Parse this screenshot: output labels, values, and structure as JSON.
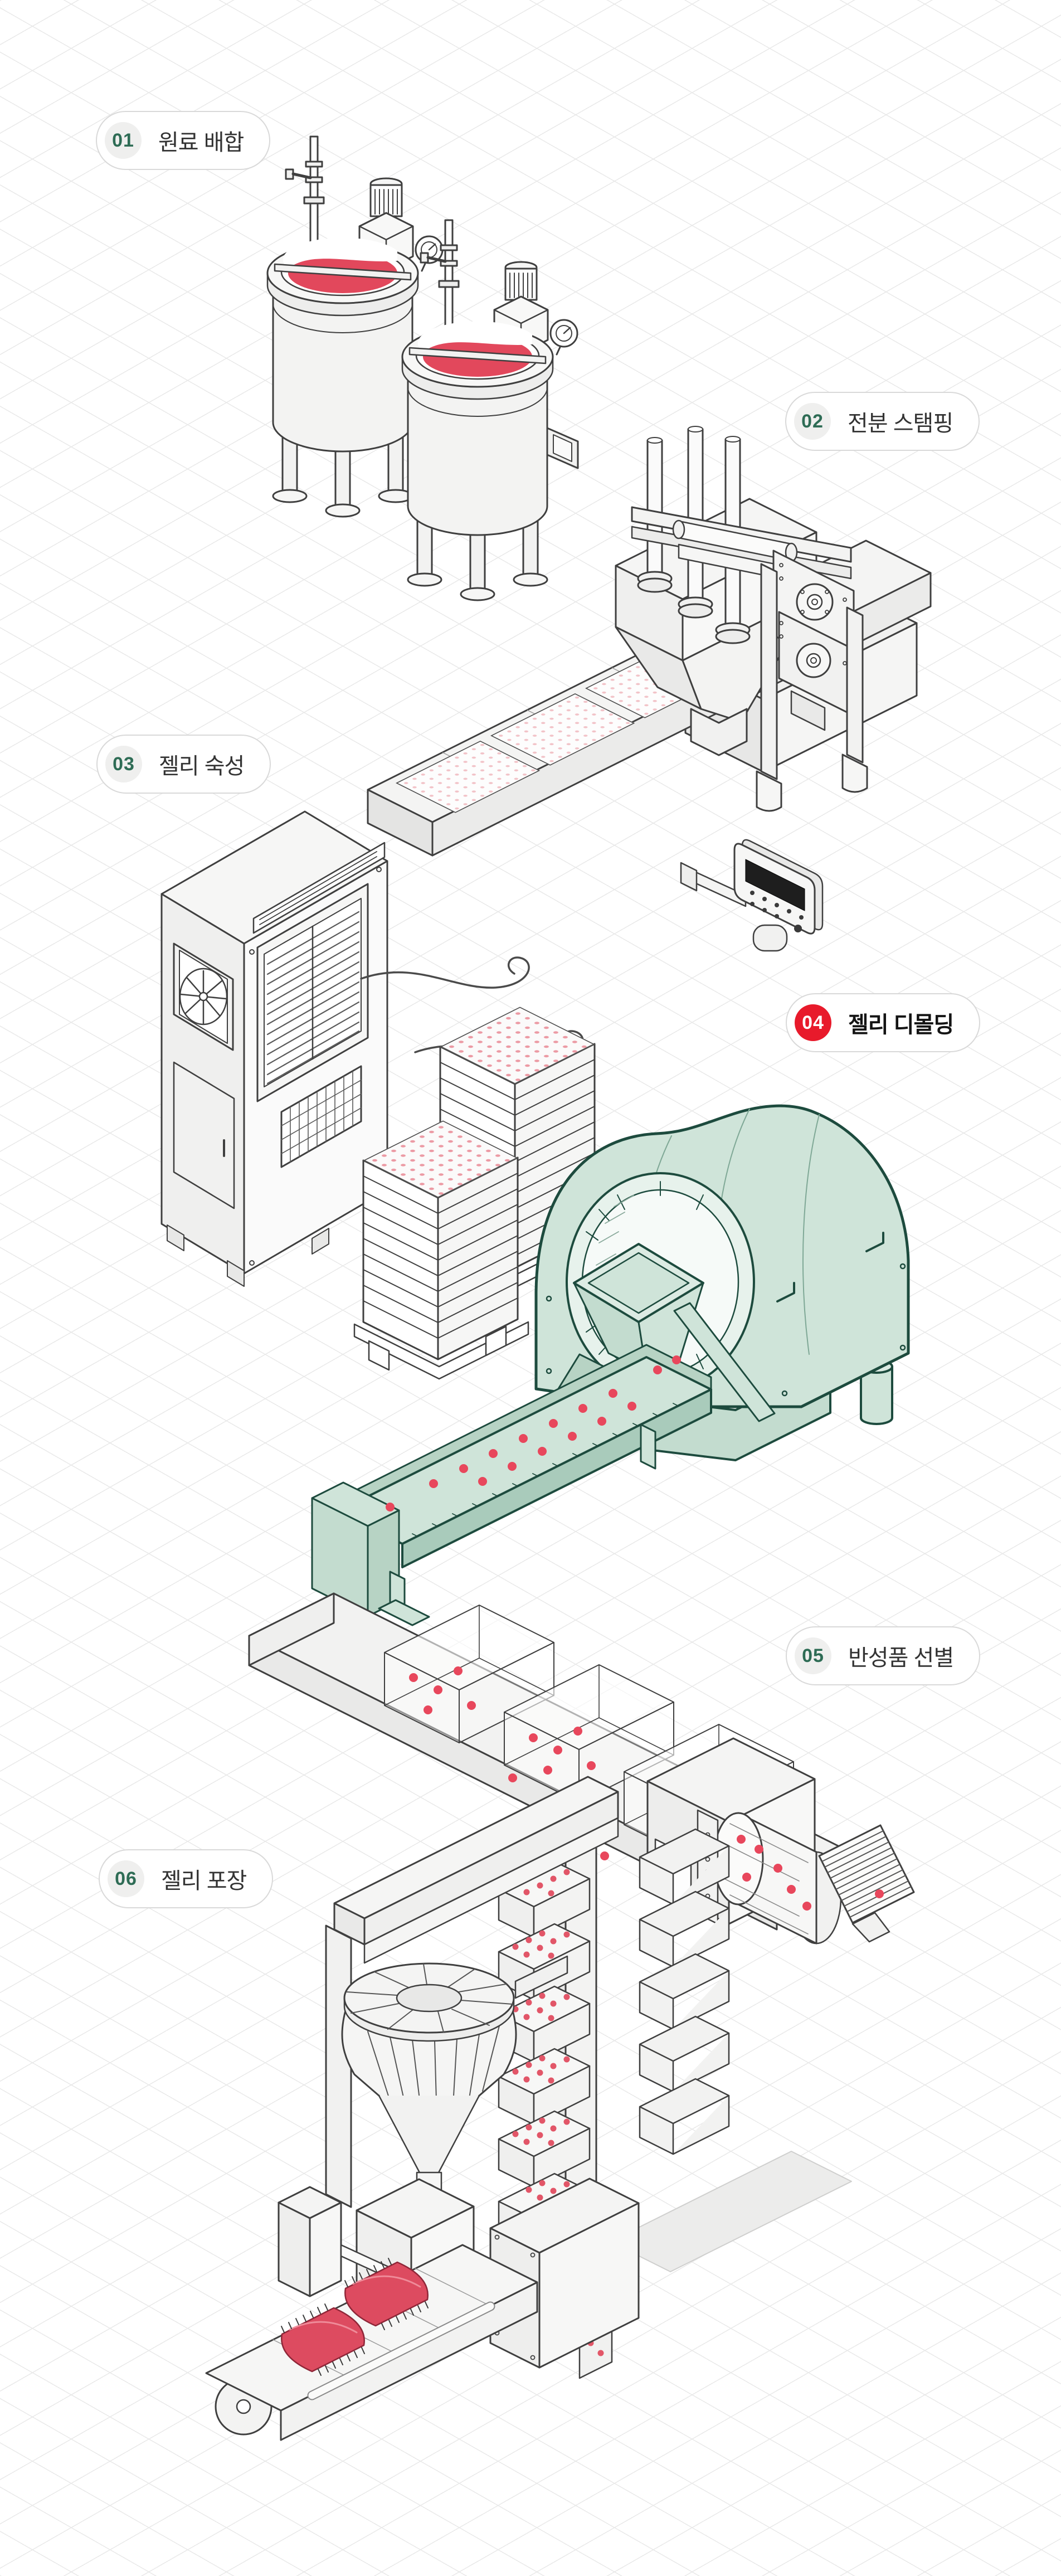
{
  "steps": [
    {
      "num": "01",
      "label": "원료 배합",
      "active": false
    },
    {
      "num": "02",
      "label": "전분 스탬핑",
      "active": false
    },
    {
      "num": "03",
      "label": "젤리 숙성",
      "active": false
    },
    {
      "num": "04",
      "label": "젤리 디몰딩",
      "active": true
    },
    {
      "num": "05",
      "label": "반성품 선별",
      "active": false
    },
    {
      "num": "06",
      "label": "젤리 포장",
      "active": false
    }
  ],
  "palette": {
    "background": "#ffffff",
    "grid_line": "#e9e9e9",
    "outline": "#3f3f3f",
    "machine_light": "#f4f4f3",
    "green_fill": "#cfe4d9",
    "green_outline": "#1d4b3e",
    "jelly_red": "#e8475c",
    "starch_dot_pink": "#f2c3c8",
    "stack_dot_pink": "#ec9aa4",
    "liquid_red": "#e2485c",
    "pouch_red": "#dd4b60",
    "badge_green_text": "#2e6c55",
    "badge_gray_bg": "#efefee",
    "active_badge_red": "#e81a2b",
    "pill_border": "#d9d9d9",
    "label_text": "#333333"
  }
}
